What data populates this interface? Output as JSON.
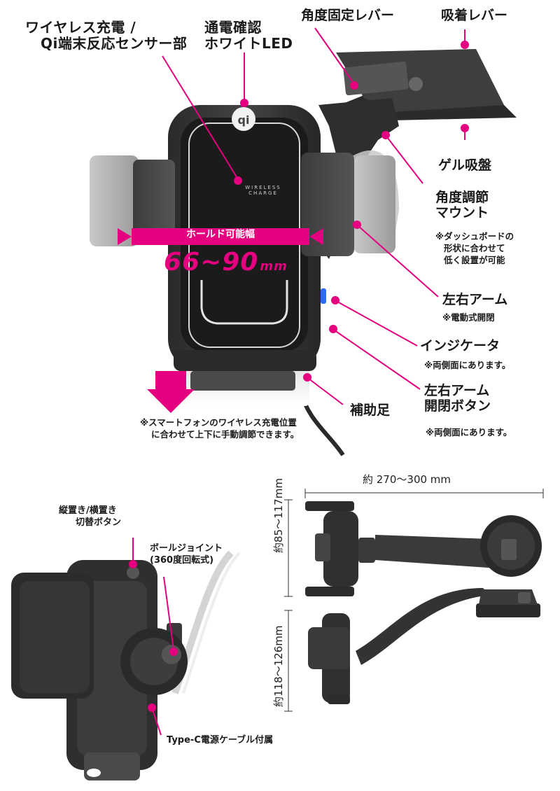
{
  "colors": {
    "accent": "#e4007f",
    "device": "#3a3a3a",
    "device_dark": "#1e1e1e",
    "silver": "#d9d9d9"
  },
  "top": {
    "wireless_sensor": [
      "ワイヤレス充電 /",
      "Qi端末反応センサー部"
    ],
    "white_led": [
      "通電確認",
      "ホワイトLED"
    ],
    "angle_lever": "角度固定レバー",
    "suction_lever": "吸着レバー",
    "gel_suction": "ゲル吸盤",
    "angle_mount": [
      "角度調節",
      "マウント"
    ],
    "angle_mount_note": [
      "※ダッシュボードの",
      "形状に合わせて",
      "低く設置が可能"
    ],
    "arms": "左右アーム",
    "arms_note": "※電動式開閉",
    "indicator": "インジケータ",
    "indicator_note": "※両側面にあります。",
    "arm_button": [
      "左右アーム",
      "開閉ボタン"
    ],
    "arm_button_note": "※両側面にあります。",
    "aux_foot": "補助足",
    "hold_width_title": "ホールド可能幅",
    "hold_width_value": "66~90",
    "hold_width_unit": "mm",
    "adjust_note": [
      "※スマートフォンのワイヤレス充電位置",
      "に合わせて上下に手動調節できます。"
    ],
    "device_print": [
      "WIRELESS",
      "CHARGE"
    ]
  },
  "bottom": {
    "orientation_button": [
      "縦置き/横置き",
      "切替ボタン"
    ],
    "ball_joint": [
      "ボールジョイント",
      "(360度回転式)"
    ],
    "typec": "Type-C電源ケーブル付属",
    "width_dim": "約 270〜300 mm",
    "height_dim_1": "約85〜117mm",
    "height_dim_2": "約118〜126mm"
  }
}
